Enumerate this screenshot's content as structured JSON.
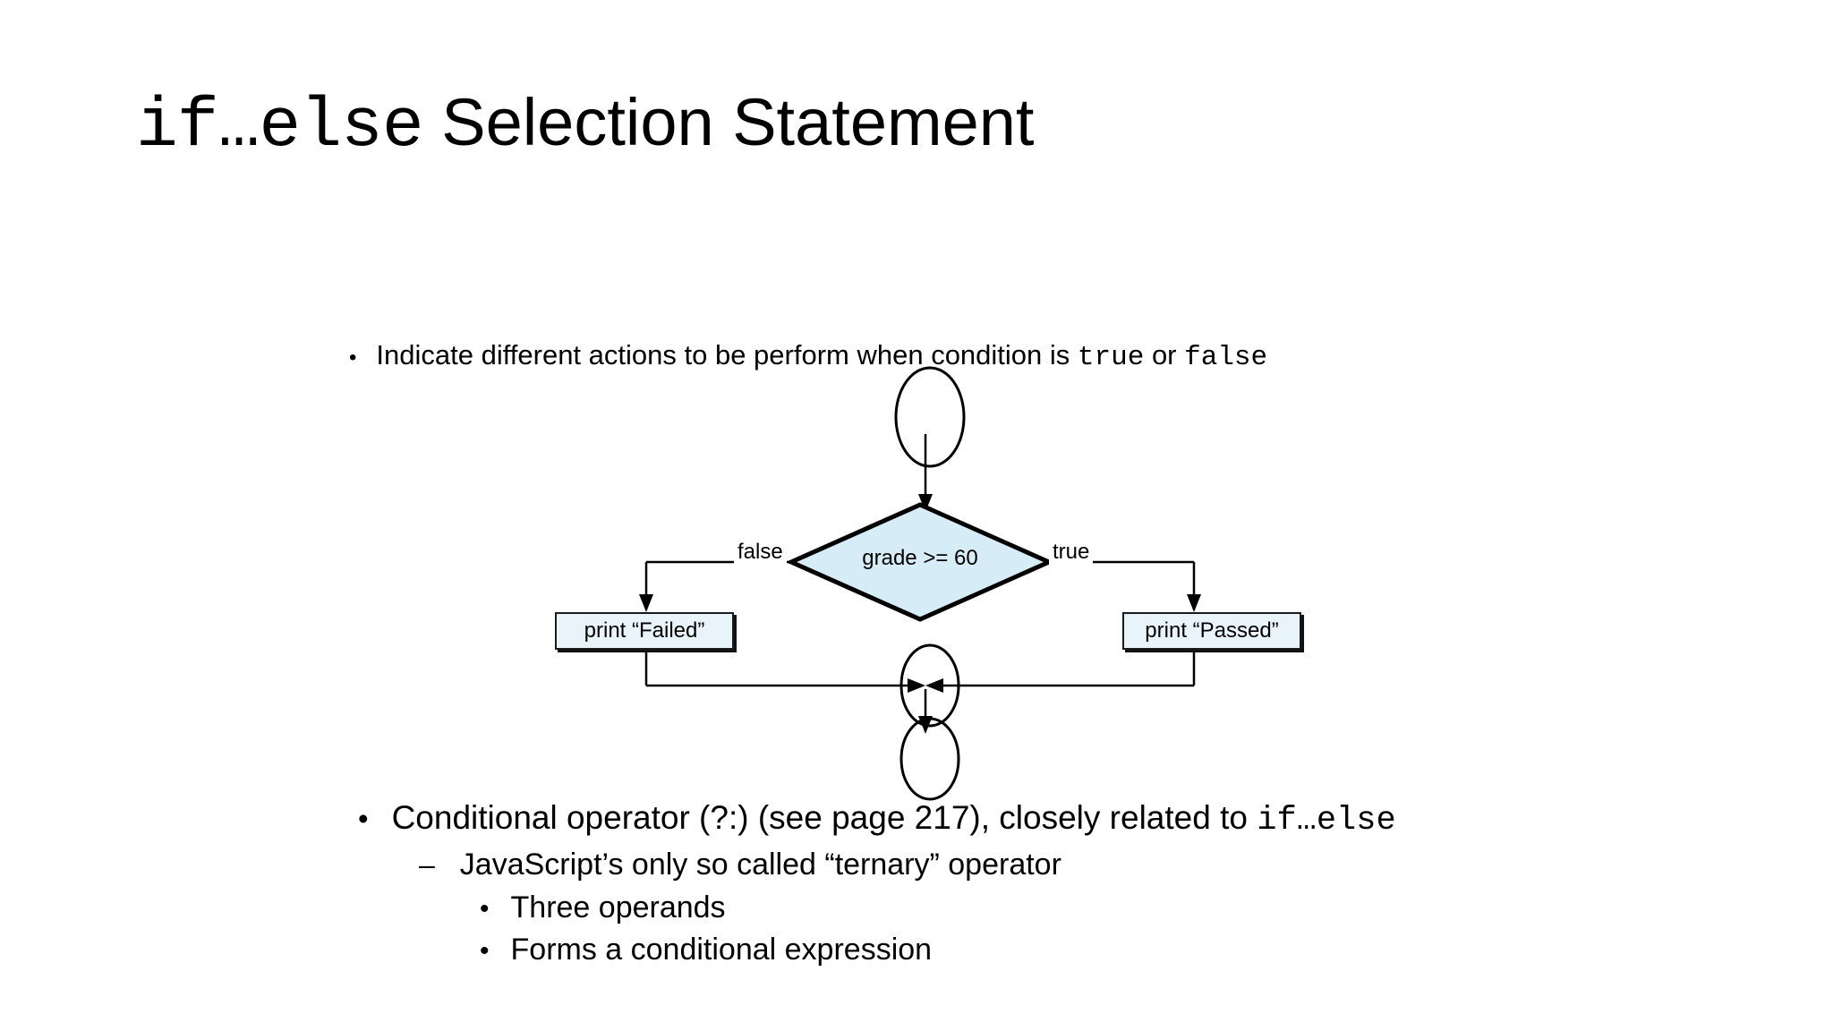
{
  "slide": {
    "background_color": "#ffffff",
    "title": {
      "mono_part": "if…else",
      "regular_part": " Selection Statement"
    }
  },
  "top_bullet": {
    "marker": "•",
    "text_before_true": "Indicate different actions to be perform when condition is ",
    "code_true": "true",
    "text_between": " or ",
    "code_false": "false"
  },
  "flowchart": {
    "type": "flowchart",
    "fill_color": "#d6ecf7",
    "box_fill_color": "#e8f4fa",
    "stroke_color": "#000000",
    "start_connector": "circle",
    "end_connector": "circle",
    "decision": {
      "label": "grade >= 60",
      "shape": "diamond"
    },
    "branches": [
      {
        "edge_label": "false",
        "side": "left",
        "target": "print “Failed”"
      },
      {
        "edge_label": "true",
        "side": "right",
        "target": "print “Passed”"
      }
    ],
    "process_left": "print “Failed”",
    "process_right": "print “Passed”"
  },
  "bottom_list": {
    "item1": {
      "marker": "•",
      "text_before_code": "Conditional operator (?:) (see page 217), closely related to ",
      "code": "if…else"
    },
    "item2": {
      "marker": "–",
      "text": "JavaScript’s only so called “ternary” operator"
    },
    "item3": {
      "marker": "•",
      "text": "Three operands"
    },
    "item4": {
      "marker": "•",
      "text": "Forms a conditional expression"
    }
  }
}
